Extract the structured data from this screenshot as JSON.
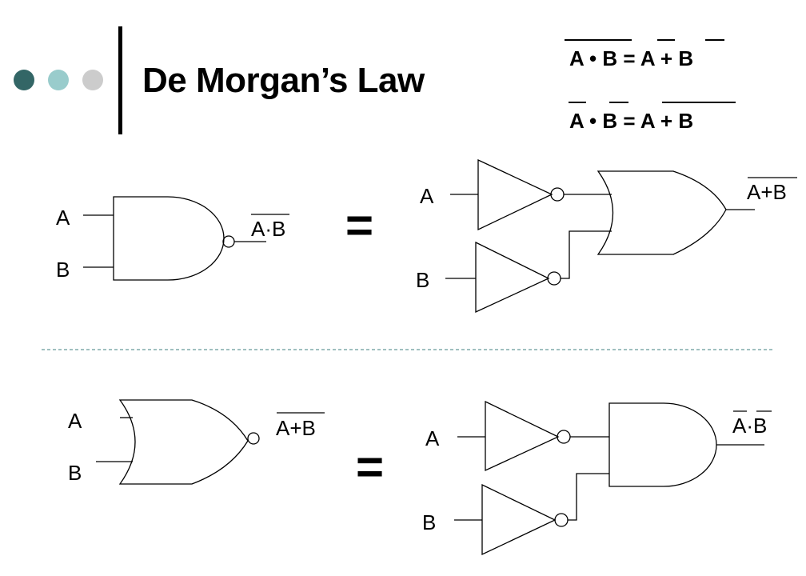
{
  "header": {
    "title": "De Morgan’s Law",
    "dot_colors": [
      "#336666",
      "#99cccc",
      "#cccccc"
    ]
  },
  "laws": {
    "law1": {
      "a": "A",
      "dot": "•",
      "b": "B",
      "eq": "=",
      "a2": "A",
      "plus": "+",
      "b2": "B"
    },
    "law2": {
      "a": "A",
      "dot": "•",
      "b": "B",
      "eq": "=",
      "a2": "A",
      "plus": "+",
      "b2": "B"
    }
  },
  "diagram": {
    "equals_sign": "=",
    "top_left": {
      "input_a": "A",
      "input_b": "B",
      "output": "A·B"
    },
    "top_right": {
      "input_a": "A",
      "input_b": "B",
      "output": "A+B"
    },
    "bottom_left": {
      "input_a": "A",
      "input_b": "B",
      "output": "A+B"
    },
    "bottom_right": {
      "input_a": "A",
      "input_b": "B",
      "output": "A·B"
    },
    "divider_color": "#669999"
  }
}
